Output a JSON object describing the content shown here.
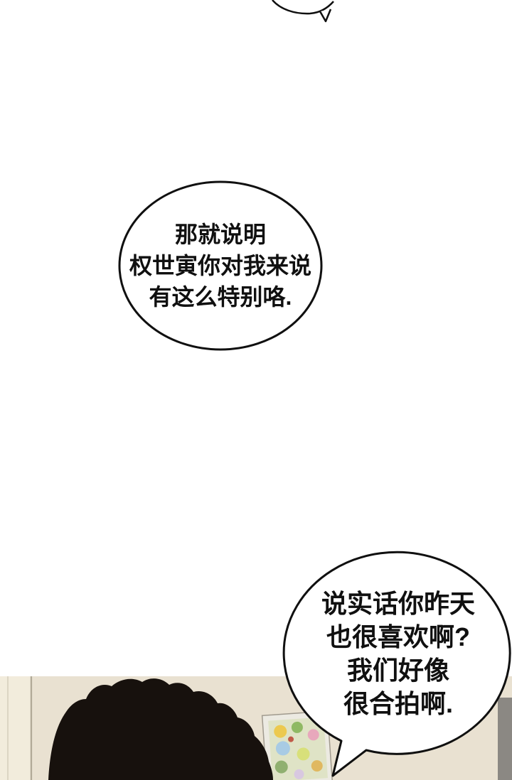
{
  "page": {
    "kind": "comic-page"
  },
  "speech": {
    "middle_bubble": {
      "lines": [
        "那就说明",
        "权世寅你对我来说",
        "有这么特别咯."
      ]
    },
    "bottom_bubble": {
      "lines": [
        "说实话你昨天",
        "也很喜欢啊?",
        "我们好像",
        "很合拍啊."
      ]
    }
  },
  "colors": {
    "background": "#ffffff",
    "ink": "#101010",
    "bubble_fill": "#ffffff",
    "wall": "#e9e1d1",
    "door": "#f2ecdc",
    "hair": "#17110d",
    "side_wall": "#8b8883",
    "frame": "#eceae2",
    "art_bg": "#dfe3c6",
    "art": [
      "#ecc94f",
      "#8fb964",
      "#e8a8bc",
      "#a8cbe4",
      "#d8e07a",
      "#e0b860",
      "#90b070",
      "#c05a48",
      "#d8c8e0"
    ]
  }
}
